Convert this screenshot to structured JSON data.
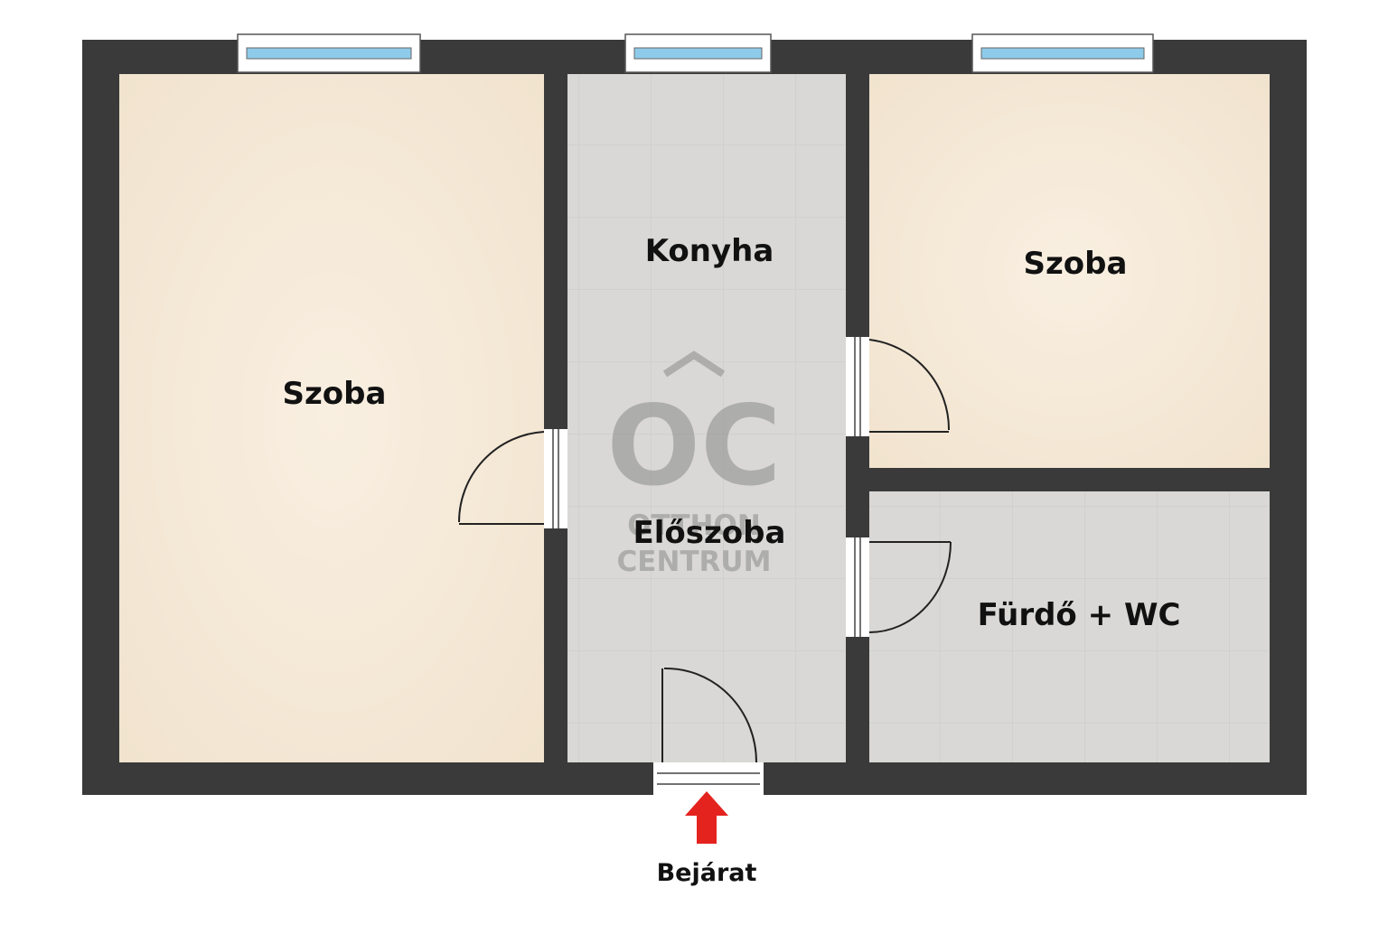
{
  "rooms": {
    "szoba_left": "Szoba",
    "konyha": "Konyha",
    "eloszoba": "Előszoba",
    "szoba_right": "Szoba",
    "furdo": "Fürdő + WC"
  },
  "entrance": {
    "label": "Bejárat"
  },
  "watermark": {
    "monogram": "OC",
    "line1": "OTTHON",
    "line2": "CENTRUM"
  },
  "colors": {
    "wall": "#3a3a3a",
    "room_floor": "#f7ecdc",
    "tile_floor": "#d9d8d6",
    "window_glass": "#8ecbea",
    "entrance_arrow": "#e4231f"
  }
}
